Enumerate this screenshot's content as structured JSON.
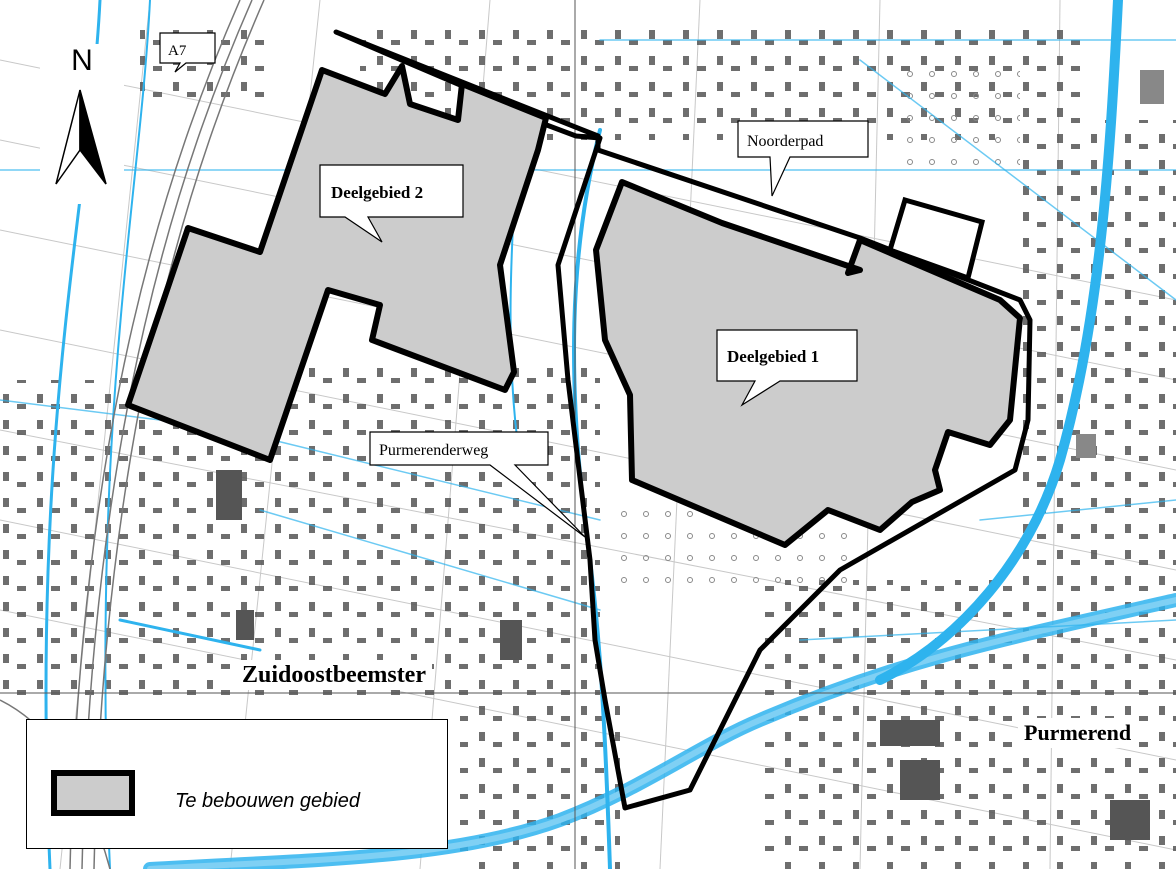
{
  "colors": {
    "water": "#2eb3ee",
    "building": "#555555",
    "area_fill": "#cccccc",
    "outline": "#000000"
  },
  "north_arrow": {
    "label": "N"
  },
  "labels": {
    "highway": "A7",
    "noorderpad": "Noorderpad",
    "deelgebied2": "Deelgebied 2",
    "deelgebied1": "Deelgebied 1",
    "purmerenderweg": "Purmerenderweg",
    "zuidoostbeemster": "Zuidoostbeemster",
    "purmerend": "Purmerend"
  },
  "legend": {
    "item": "Te bebouwen gebied"
  }
}
